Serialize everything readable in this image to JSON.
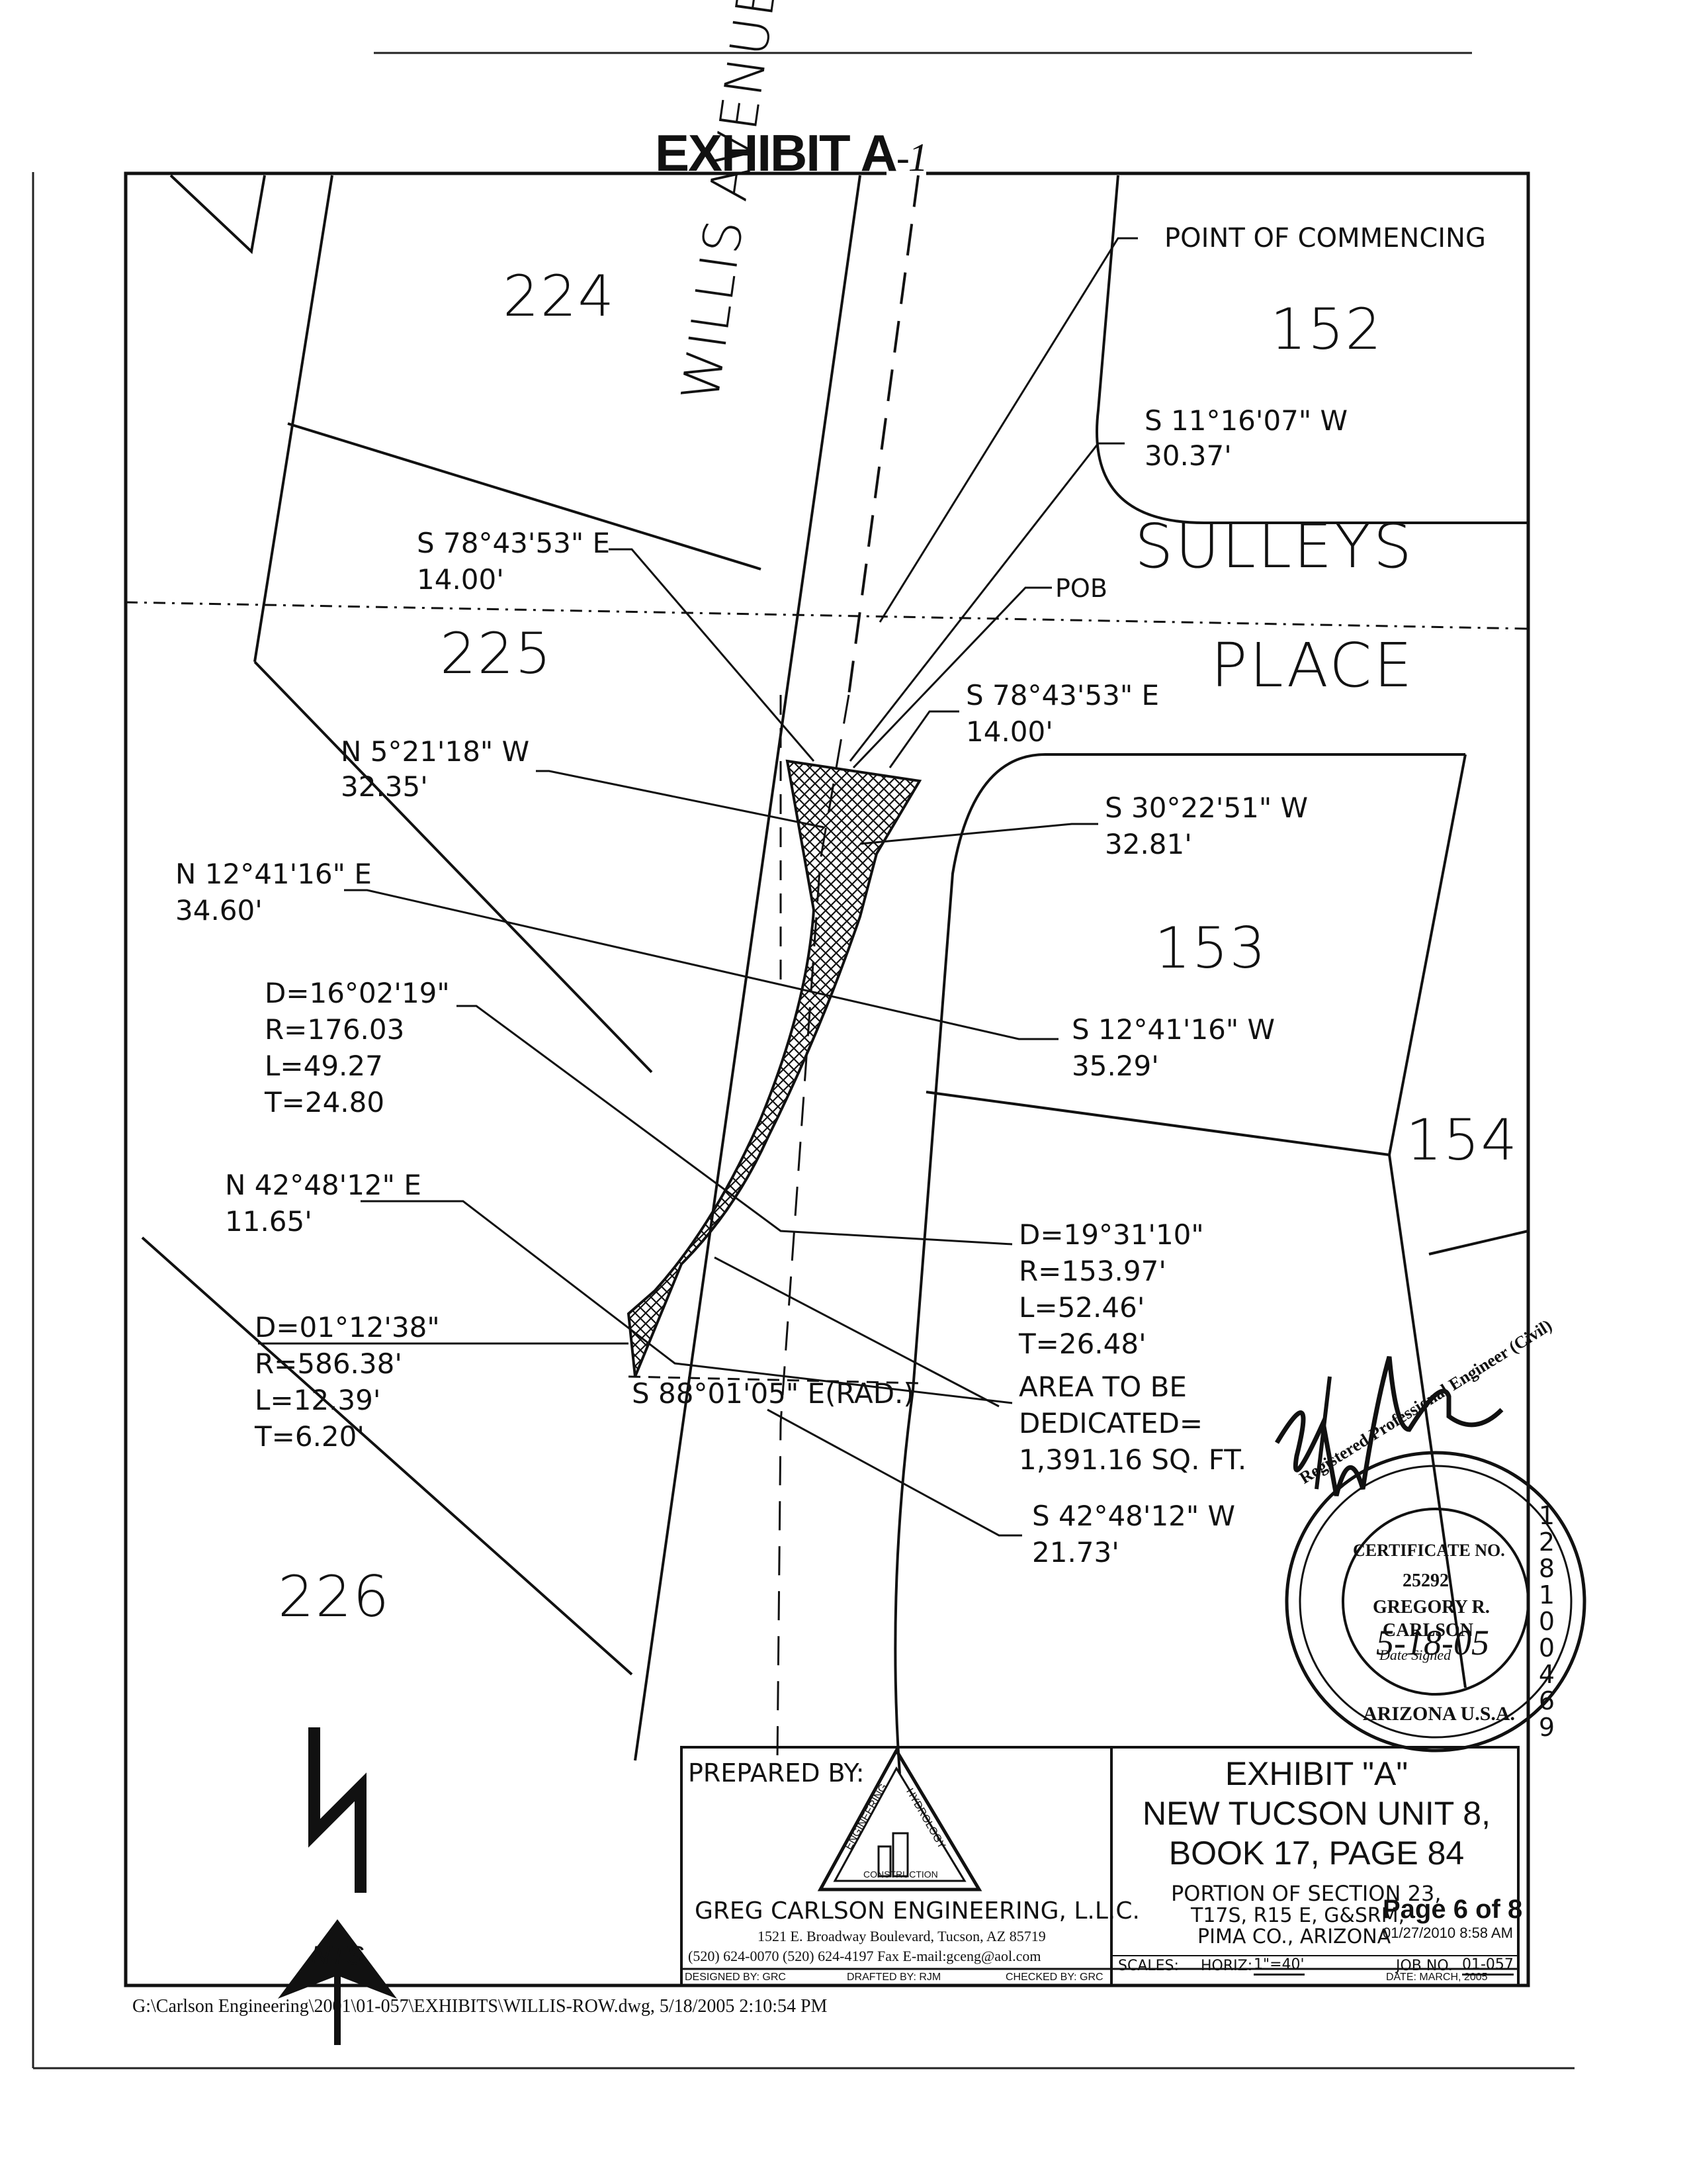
{
  "exhibit_title": "EXHIBIT A",
  "exhibit_handwritten_suffix": "-1",
  "lots": {
    "lot_224": "224",
    "lot_152": "152",
    "lot_225": "225",
    "lot_153": "153",
    "lot_154": "154",
    "lot_226": "226"
  },
  "streets": {
    "willis_avenue": "WILLIS AVENUE",
    "sulleys": "SULLEYS",
    "place": "PLACE"
  },
  "labels": {
    "point_of_commencing": "POINT OF COMMENCING",
    "pob": "POB",
    "area_line1": "AREA TO BE",
    "area_line2": "DEDICATED=",
    "area_line3": "1,391.16 SQ. FT."
  },
  "calls": {
    "c1_bearing": "S 11°16'07\" W",
    "c1_dist": "30.37'",
    "c2_bearing": "S 78°43'53\" E",
    "c2_dist": "14.00'",
    "c3_bearing": "S 78°43'53\" E",
    "c3_dist": "14.00'",
    "c4_bearing": "N 5°21'18\" W",
    "c4_dist": "32.35'",
    "c5_bearing": "S 30°22'51\" W",
    "c5_dist": "32.81'",
    "c6_bearing": "N 12°41'16\" E",
    "c6_dist": "34.60'",
    "c7_bearing": "S 12°41'16\" W",
    "c7_dist": "35.29'",
    "curve1_d": "D=16°02'19\"",
    "curve1_r": "R=176.03",
    "curve1_l": "L=49.27",
    "curve1_t": "T=24.80",
    "c8_bearing": "N 42°48'12\" E",
    "c8_dist": "11.65'",
    "curve2_d": "D=19°31'10\"",
    "curve2_r": "R=153.97'",
    "curve2_l": "L=52.46'",
    "curve2_t": "T=26.48'",
    "curve3_d": "D=01°12'38\"",
    "curve3_r": "R=586.38'",
    "curve3_l": "L=12.39'",
    "curve3_t": "T=6.20'",
    "c9_bearing": "S 88°01'05\" E(RAD.)",
    "c10_bearing": "S 42°48'12\" W",
    "c10_dist": "21.73'"
  },
  "north_arrow": {
    "icon": "north-arrow-icon",
    "label": "NTS"
  },
  "seal": {
    "ring_top": "Registered Professional Engineer (Civil)",
    "ring_bottom": "ARIZONA U.S.A.",
    "certificate": "CERTIFICATE NO.",
    "number": "25292",
    "name_line1": "GREGORY R.",
    "name_line2": "CARLSON",
    "date_signed": "Date Signed",
    "handwritten_date": "5-18-05"
  },
  "recording_number": "12810 0469",
  "title_block": {
    "prepared_by": "PREPARED BY:",
    "logo_words": [
      "ENGINEERING",
      "HYDROLOGY",
      "CONSTRUCTION"
    ],
    "firm_name": "GREG CARLSON ENGINEERING, L.L.C.",
    "firm_address": "1521 E. Broadway Boulevard, Tucson, AZ 85719",
    "firm_contact": "(520) 624-0070 (520) 624-4197 Fax  E-mail:gceng@aol.com",
    "exhibit_line1": "EXHIBIT \"A\"",
    "exhibit_line2": "NEW TUCSON UNIT 8,",
    "exhibit_line3": "BOOK 17, PAGE 84",
    "portion_line1": "PORTION OF SECTION 23,",
    "portion_line2": "T17S, R15 E, G&SRM,",
    "portion_line3": "PIMA CO., ARIZONA",
    "page_stamp": "Page 6 of 8",
    "date_stamp": "01/27/2010 8:58 AM",
    "designed_by": "DESIGNED BY: GRC",
    "drafted_by": "DRAFTED BY: RJM",
    "checked_by": "CHECKED BY: GRC",
    "scales_label": "SCALES:",
    "horiz_label": "HORIZ:",
    "horiz_value": "1\"=40'",
    "job_label": "JOB NO.",
    "job_value": "01-057",
    "date_label": "DATE: MARCH, 2005"
  },
  "footer_path": "G:\\Carlson Engineering\\2001\\01-057\\EXHIBITS\\WILLIS-ROW.dwg, 5/18/2005 2:10:54 PM"
}
